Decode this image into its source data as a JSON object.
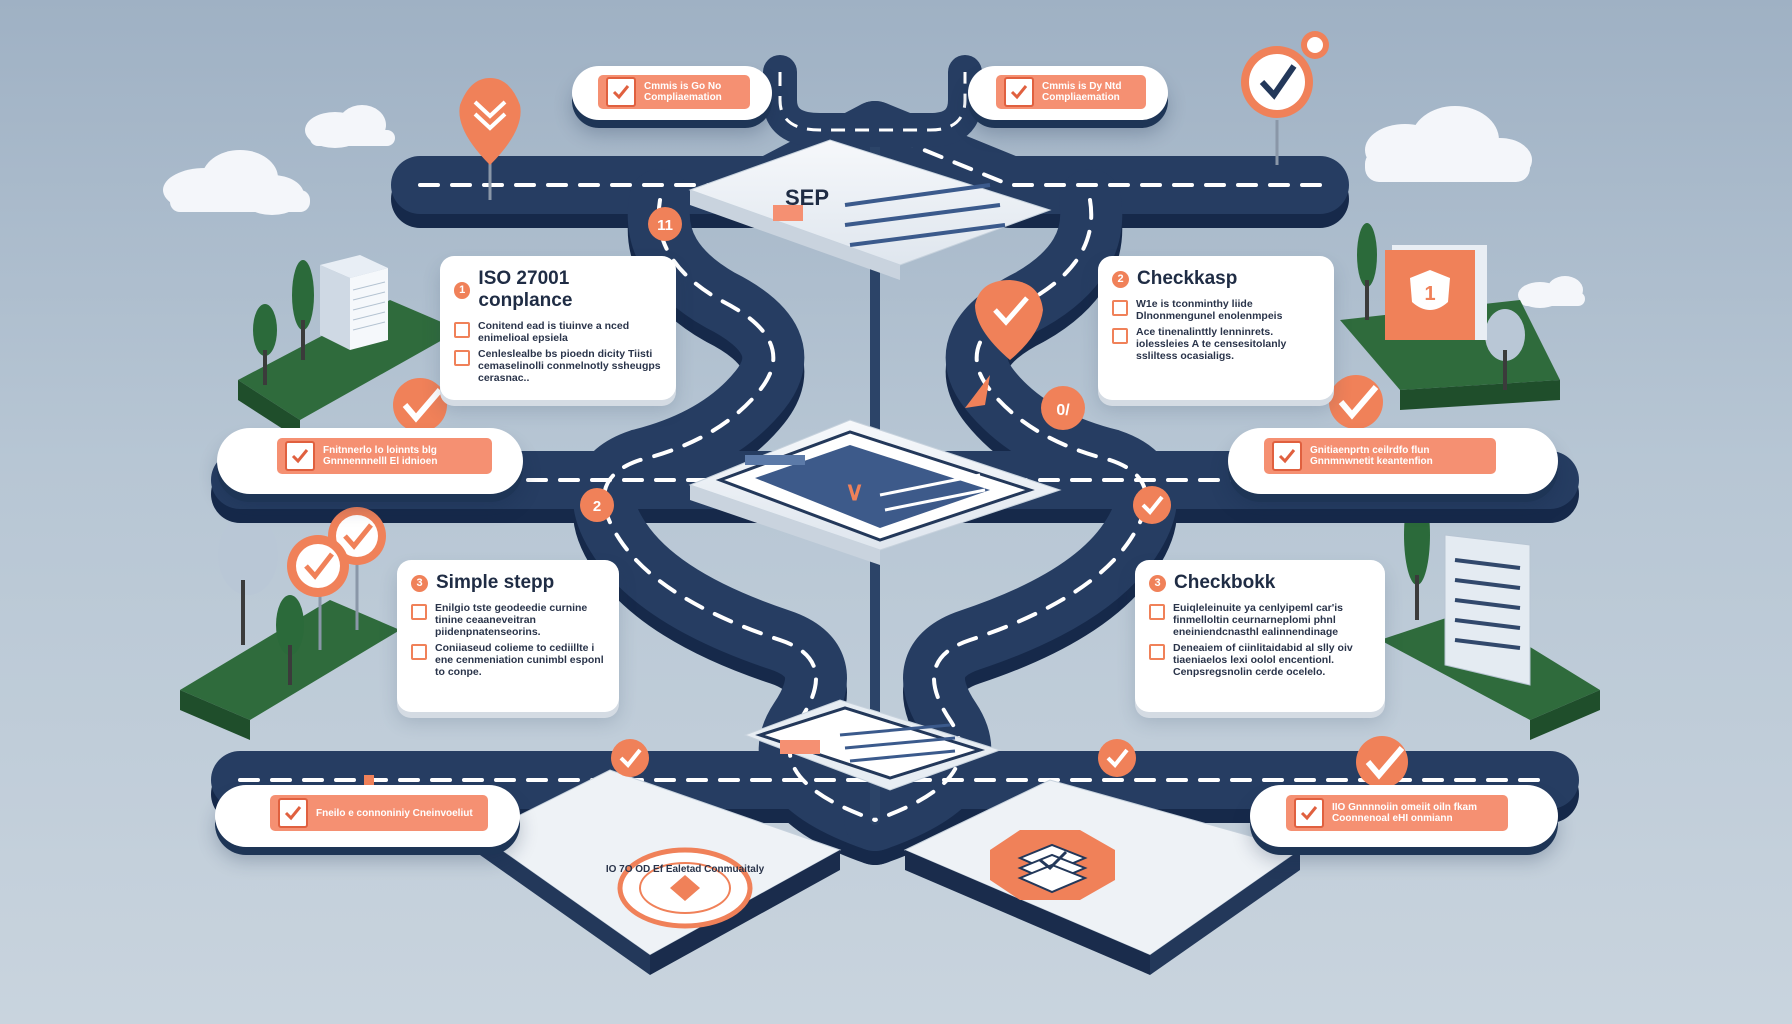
{
  "diagram": {
    "top_labels": [
      {
        "id": "top-left",
        "text": "Cmmis is Go No Compliaemation"
      },
      {
        "id": "top-right",
        "text": "Cmmis is Dy Ntd Compliaemation"
      }
    ],
    "center_sign": {
      "text": "SEP"
    },
    "step_markers": [
      "11",
      "2",
      "0/"
    ],
    "cards": [
      {
        "id": "card-iso",
        "number": "1",
        "title": "ISO 27001 conplance",
        "items": [
          "Conitend ead is tiuinve a nced enimelioal epsiela",
          "Cenleslealbe bs pioedn dicity Tiisti cemaselinolli conmelnotly ssheugps cerasnac.."
        ]
      },
      {
        "id": "card-checkkasp",
        "number": "2",
        "title": "Checkkasp",
        "items": [
          "W1e is tconminthy liide Dlnonmengunel enolenmpeis",
          "Ace tinenalinttly lenninrets. iolessleies A te censesitolanly ssliltess ocasialigs."
        ]
      },
      {
        "id": "card-simple",
        "number": "3",
        "title": "Simple stepp",
        "items": [
          "Enilgio tste geodeedie curnine tinine ceaaneveitran piidenpnatenseorins.",
          "Coniiaseud colieme to cediillte i ene cenmeniation cunimbl esponl to conpe."
        ]
      },
      {
        "id": "card-checkbox",
        "number": "3",
        "title": "Checkbokk",
        "items": [
          "Euiqleleinuite ya cenlyipeml car'is finmelloltin ceurnarneplomi phnl eneiniendcnasthl ealinnendinage",
          "Deneaiem of ciinlitaidabid al slly oiv tiaeniaelos lexi oolol encentionl. Cenpsregsnolin cerde ocelelo."
        ]
      }
    ],
    "pill_labels": [
      {
        "id": "pill-l1",
        "text": "Fnitnnerlo lo loinnts blg Gnnnennnelll El idnioen"
      },
      {
        "id": "pill-r1",
        "text": "Gnitiaenprtn ceilrdfo flun Gnnmnwnetit keantenfion"
      },
      {
        "id": "pill-l2",
        "text": "Fneilo e connoniniy Cneinvoeliut"
      },
      {
        "id": "pill-r2",
        "text": "IIO Gnnnnoiin omeiit oiln fkam Coonnenoal eHI onmiann"
      }
    ],
    "bottom_badge": {
      "text": "IO 7O OD Ef Ealetad Conmuaitaly"
    },
    "tile_arrow": {
      "text": "∨"
    },
    "colors": {
      "road": "#23385a",
      "road_side": "#17294a",
      "accent": "#f08159",
      "grass": "#2d6b3a",
      "tile": "#f3f6f9"
    }
  }
}
